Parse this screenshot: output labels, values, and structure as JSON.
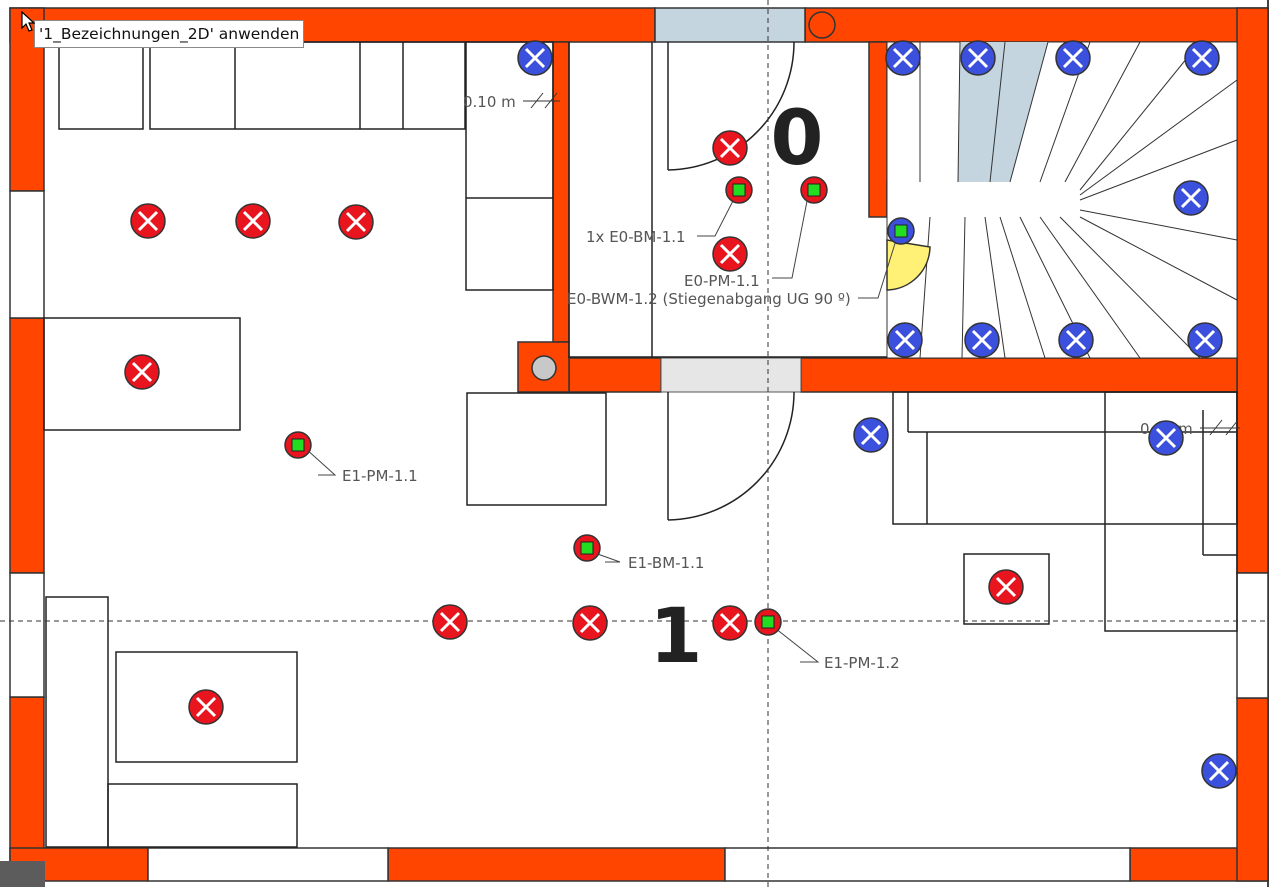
{
  "tooltip": {
    "text": "'1_Bezeichnungen_2D' anwenden"
  },
  "floor_labels": {
    "upper": "0",
    "lower": "1"
  },
  "dimensions": {
    "top": "0.10 m",
    "right": "0.10 m"
  },
  "device_labels": {
    "e0_bm": "1x E0-BM-1.1",
    "e0_pm": "E0-PM-1.1",
    "e0_bwm": "E0-BWM-1.2 (Stiegenabgang UG 90 º)",
    "e1_pm_1": "E1-PM-1.1",
    "e1_bm": "E1-BM-1.1",
    "e1_pm_2": "E1-PM-1.2"
  },
  "colors": {
    "wall": "#ff4500",
    "light_red": "#e8141e",
    "light_blue": "#3b50dc",
    "sensor_green": "#22dd22",
    "glass": "#c5d5e0",
    "door_yellow": "#fff176"
  },
  "icons": {
    "light": "x-circle-icon",
    "sensor": "square-dot-icon",
    "pointer": "arrow-cursor-icon"
  }
}
